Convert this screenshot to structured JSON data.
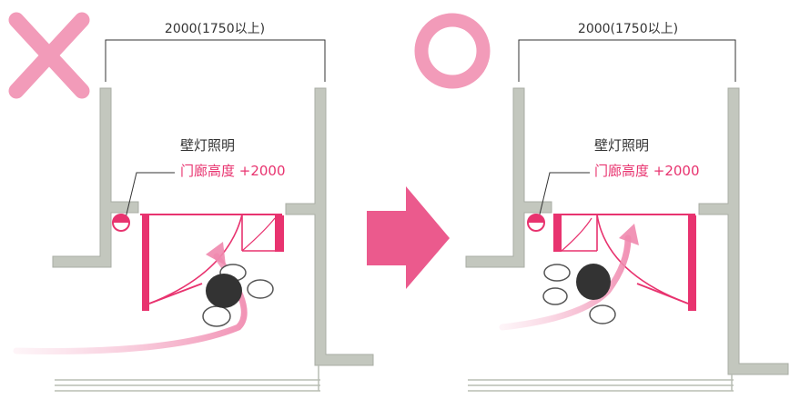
{
  "colors": {
    "wall": "#c3c7be",
    "wall_edge": "#a9ada4",
    "accent": "#e8336f",
    "accent_light": "#f3a3c0",
    "mark": "#f29bb9",
    "line": "#333333",
    "text": "#333333"
  },
  "marks": {
    "wrong": "wrong-mark",
    "right": "right-mark"
  },
  "left": {
    "dimension": "2000(1750以上)",
    "fixture_name": "壁灯照明",
    "fixture_height": "门廊高度 +2000"
  },
  "right": {
    "dimension": "2000(1750以上)",
    "fixture_name": "壁灯照明",
    "fixture_height": "门廊高度 +2000"
  },
  "arrow_icon": "right-arrow-icon"
}
